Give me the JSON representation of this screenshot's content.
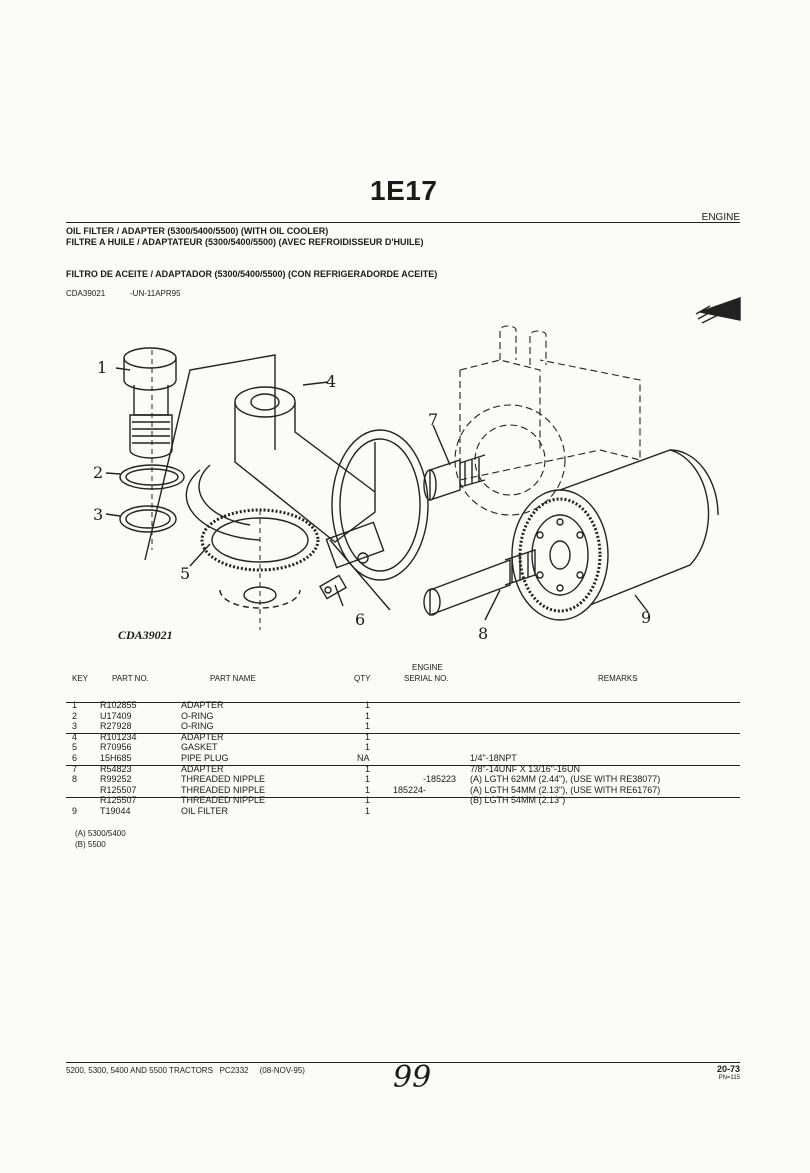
{
  "header": {
    "section_code": "1E17",
    "group": "ENGINE",
    "title_en": "OIL FILTER / ADAPTER (5300/5400/5500) (WITH OIL COOLER)",
    "title_fr": "FILTRE A HUILE / ADAPTATEUR (5300/5400/5500) (AVEC REFROIDISSEUR D'HUILE)",
    "title_es": "FILTRO DE ACEITE / ADAPTADOR (5300/5400/5500) (CON REFRIGERADORDE ACEITE)",
    "ref_id": "CDA39021",
    "ref_code": "-UN-11APR95"
  },
  "illustration": {
    "caption": "CDA39021",
    "callouts": [
      "1",
      "2",
      "3",
      "4",
      "5",
      "6",
      "7",
      "8",
      "9"
    ]
  },
  "table": {
    "columns": {
      "key": "KEY",
      "part_no": "PART NO.",
      "part_name": "PART NAME",
      "qty": "QTY",
      "serial_line1": "ENGINE",
      "serial_line2": "SERIAL NO.",
      "remarks": "REMARKS"
    },
    "rows": [
      {
        "key": "1",
        "part_no": "R102855",
        "part_name": "ADAPTER",
        "qty": "1",
        "serial": "",
        "remarks": ""
      },
      {
        "key": "2",
        "part_no": "U17409",
        "part_name": "O-RING",
        "qty": "1",
        "serial": "",
        "remarks": ""
      },
      {
        "key": "3",
        "part_no": "R27928",
        "part_name": "O-RING",
        "qty": "1",
        "serial": "",
        "remarks": ""
      },
      {
        "key": "4",
        "part_no": "R101234",
        "part_name": "ADAPTER",
        "qty": "1",
        "serial": "",
        "remarks": ""
      },
      {
        "key": "5",
        "part_no": "R70956",
        "part_name": "GASKET",
        "qty": "1",
        "serial": "",
        "remarks": ""
      },
      {
        "key": "6",
        "part_no": "15H685",
        "part_name": "PIPE PLUG",
        "qty": "NA",
        "serial": "",
        "remarks": "1/4\"-18NPT"
      },
      {
        "key": "7",
        "part_no": "R54823",
        "part_name": "ADAPTER",
        "qty": "1",
        "serial": "",
        "remarks": "7/8\"-14UNF X 13/16\"-16UN"
      },
      {
        "key": "8",
        "part_no": "R99252",
        "part_name": "THREADED NIPPLE",
        "qty": "1",
        "serial": "-185223",
        "remarks": "(A) LGTH 62MM (2.44\"), (USE WITH RE38077)"
      },
      {
        "key": "",
        "part_no": "R125507",
        "part_name": "THREADED NIPPLE",
        "qty": "1",
        "serial": "185224-",
        "remarks": "(A) LGTH 54MM (2.13\"), (USE WITH RE61767)"
      },
      {
        "key": "",
        "part_no": "R125507",
        "part_name": "THREADED NIPPLE",
        "qty": "1",
        "serial": "",
        "remarks": "(B) LGTH 54MM (2.13\")"
      },
      {
        "key": "9",
        "part_no": "T19044",
        "part_name": "OIL FILTER",
        "qty": "1",
        "serial": "",
        "remarks": ""
      }
    ],
    "notes": [
      "(A) 5300/5400",
      "(B) 5500"
    ]
  },
  "footer": {
    "left": "5200, 5300, 5400 AND 5500 TRACTORS   PC2332     (08-NOV-95)",
    "handwritten": "99",
    "page_number": "20-73",
    "page_note": "PN=115"
  }
}
